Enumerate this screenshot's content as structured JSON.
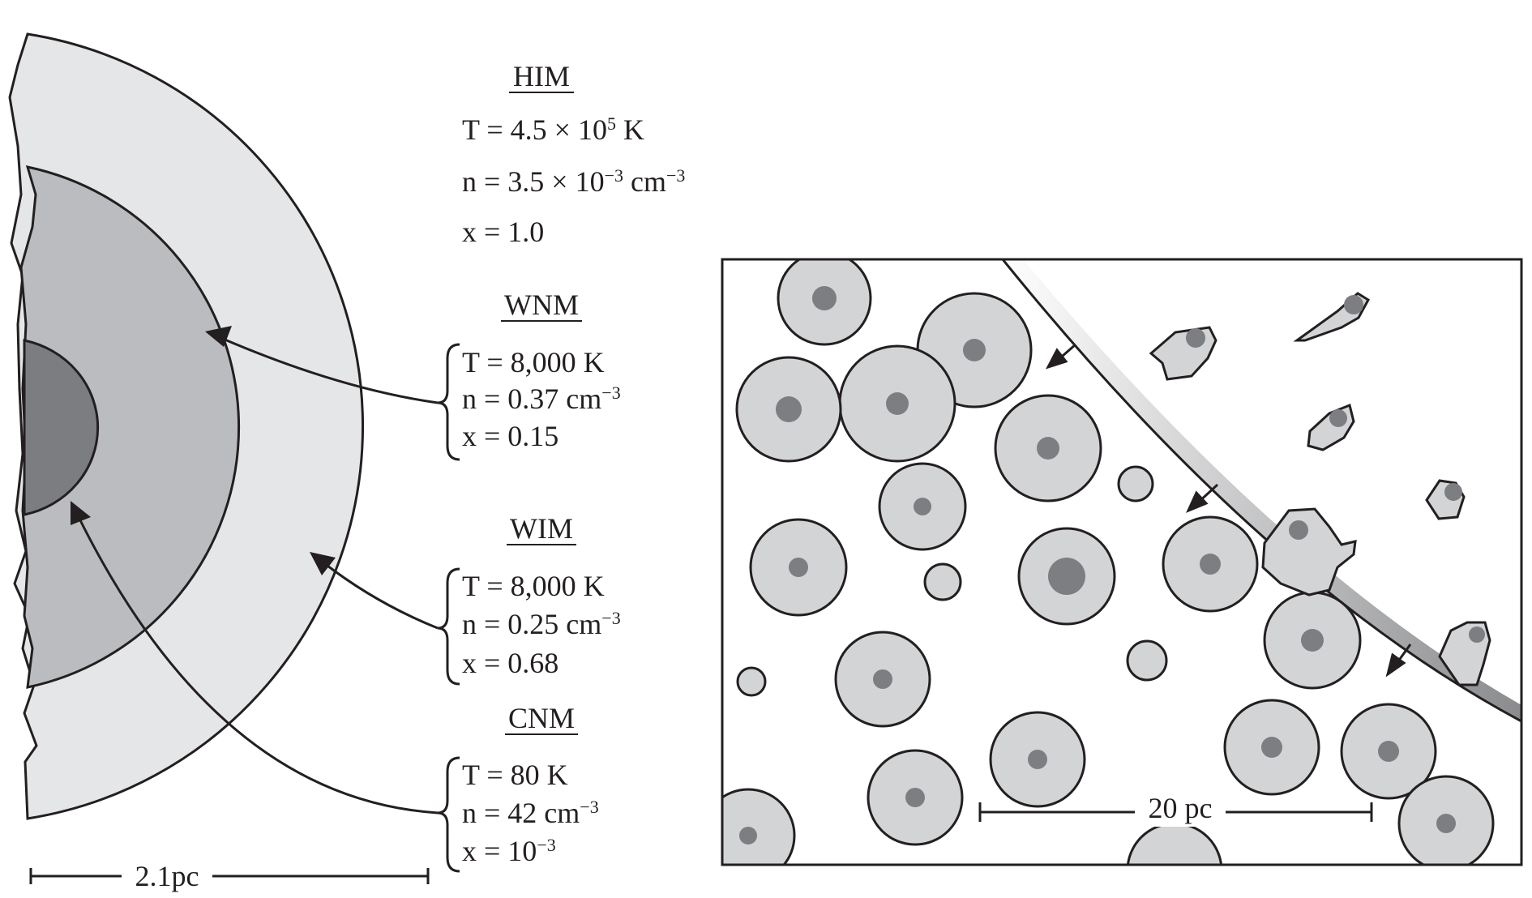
{
  "colors": {
    "ink": "#231f20",
    "outer_shell": "#e5e6e8",
    "middle_shell": "#bbbcbf",
    "core": "#7c7d80",
    "cloud_fill": "#d3d4d6",
    "cloud_core": "#7d7e81",
    "shock_shadow": "#8a8b8e"
  },
  "phases": [
    {
      "name": "HIM",
      "T": "T = 4.5 × 10",
      "T_exp": "5",
      "T_unit": " K",
      "n": "n = 3.5 × 10",
      "n_exp": "−3",
      "n_unit": " cm",
      "n_unit_exp": "−3",
      "x": "x = 1.0"
    },
    {
      "name": "WNM",
      "T": "T = 8,000 K",
      "n": "n = 0.37 cm",
      "n_exp": "−3",
      "x": "x = 0.15"
    },
    {
      "name": "WIM",
      "T": "T = 8,000 K",
      "n": "n = 0.25 cm",
      "n_exp": "−3",
      "x": "x = 0.68"
    },
    {
      "name": "CNM",
      "T": "T = 80 K",
      "n": "n = 42 cm",
      "n_exp": "−3",
      "x": "x = 10",
      "x_exp": "−3"
    }
  ],
  "scale_left": "2.1pc",
  "scale_right": "20 pc"
}
